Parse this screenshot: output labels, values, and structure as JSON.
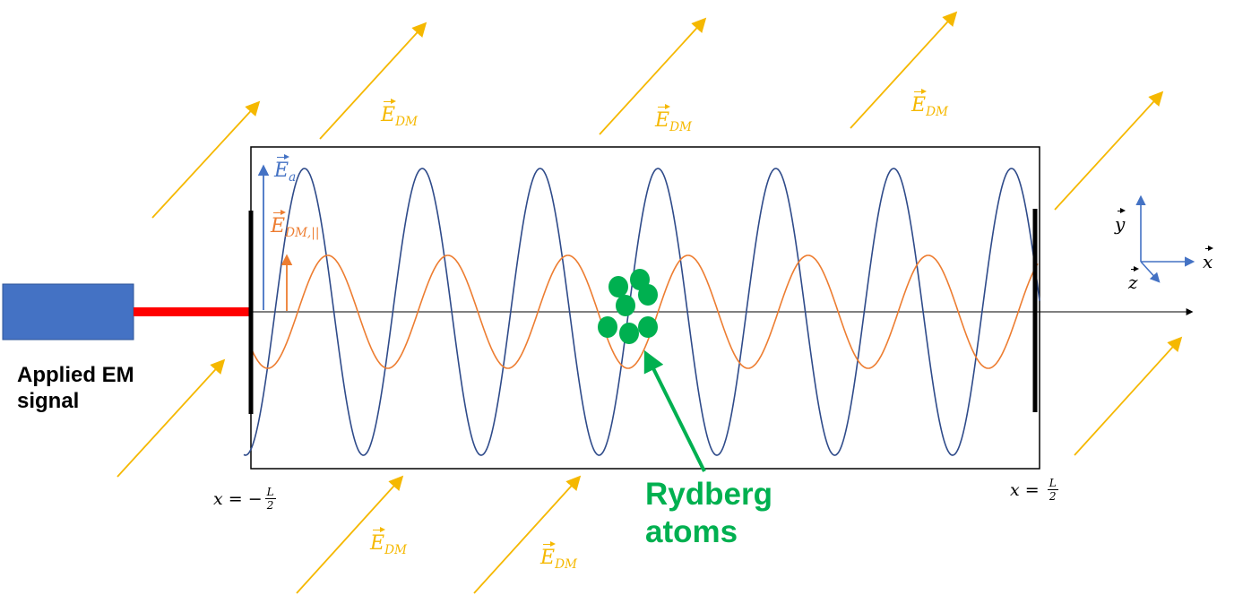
{
  "labels": {
    "e_dm": "E",
    "e_dm_sub": "DM",
    "e_a": "E",
    "e_a_sub": "a",
    "e_dm_parallel": "E",
    "e_dm_parallel_sub": "DM,||",
    "axis_x": "x",
    "axis_y": "y",
    "axis_z": "z",
    "applied_signal": "Applied EM\nsignal",
    "rydberg_atoms": "Rydberg\natoms",
    "x_left_prefix": "x = −",
    "x_right_prefix": "x = ",
    "frac_num": "L",
    "frac_den": "2"
  },
  "colors": {
    "dm_field": "#f5b800",
    "wave_a": "#2f4b8a",
    "wave_dm": "#ed7d31",
    "atoms": "#00b050",
    "source": "#4472c4",
    "cable": "#ff0000",
    "axis_arrows": "#4472c4"
  }
}
